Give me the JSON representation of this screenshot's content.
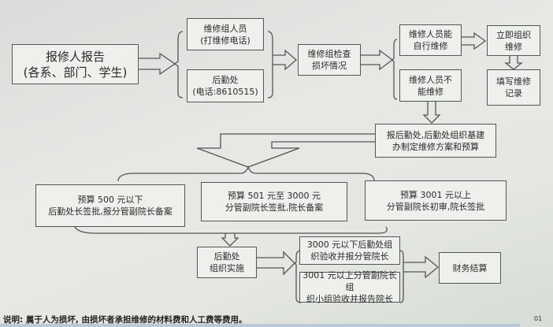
{
  "reporter": {
    "line1": "报修人报告",
    "line2": "(各系、部门、学生)"
  },
  "channels": [
    {
      "line1": "维修组人员",
      "line2": "(打维修电话)"
    },
    {
      "line1": "后勤处",
      "line2": "(电话:8610515)"
    }
  ],
  "inspect": {
    "line1": "维修组检查",
    "line2": "损坏情况"
  },
  "can_repair": {
    "line1": "维修人员能",
    "line2": "自行维修"
  },
  "cannot_repair": {
    "line1": "维修人员不",
    "line2": "能维修"
  },
  "organize": {
    "line1": "立即组织",
    "line2": "维修"
  },
  "record": {
    "line1": "填写维修",
    "line2": "记录"
  },
  "report_logistics": {
    "line1": "报后勤处,后勤处组织基建",
    "line2": "办制定维修方案和预算"
  },
  "budgets": [
    {
      "line1": "预算 500 元以下",
      "line2": "后勤处长签批,报分管副院长备案"
    },
    {
      "line1": "预算 501 元至 3000 元",
      "line2": "分管副院长签批,院长备案"
    },
    {
      "line1": "预算 3001 元以上",
      "line2": "分管副院长初审,院长签批"
    }
  ],
  "implement": {
    "line1": "后勤处",
    "line2": "组织实施"
  },
  "acceptance": [
    {
      "line1": "3000 元以下后勤处组",
      "line2": "织验收并报分管院长"
    },
    {
      "line1": "3001 元以上分管副院长组",
      "line2": "织小组验收并报告院长"
    }
  ],
  "finance": {
    "label": "财务结算"
  },
  "note": "说明: 属于人为损坏, 由损坏者承担维修的材料费和人工费等费用。",
  "page_number": "01"
}
